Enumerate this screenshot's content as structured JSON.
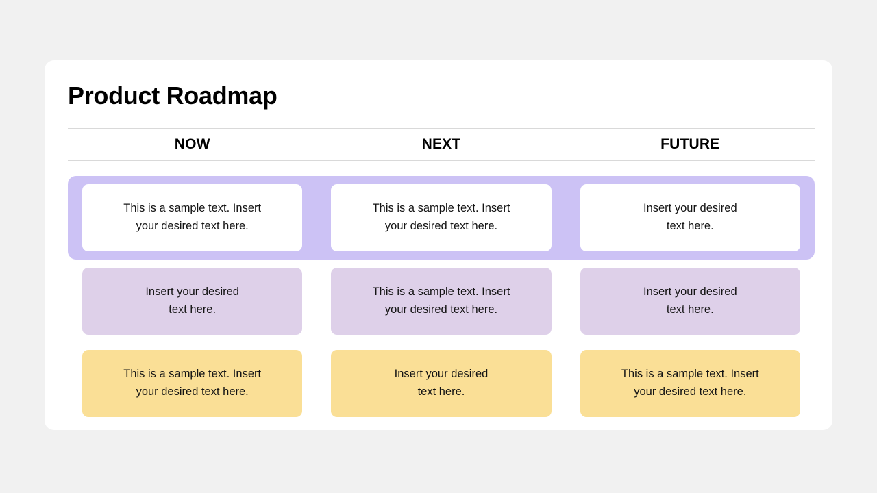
{
  "slide": {
    "title": "Product Roadmap",
    "background_color": "#f1f1f1",
    "panel_color": "#ffffff"
  },
  "columns": [
    {
      "label": "NOW"
    },
    {
      "label": "NEXT"
    },
    {
      "label": "FUTURE"
    }
  ],
  "colors": {
    "band_purple": "#ccc2f5",
    "card_white": "#ffffff",
    "card_lilac": "#ded0e9",
    "card_yellow": "#fadf96",
    "rule_gray": "#d9d9d9",
    "text_black": "#000000"
  },
  "rows": [
    {
      "name": "row-1",
      "highlighted": true,
      "band_color": "#ccc2f5",
      "card_style": "card-white",
      "cards": [
        {
          "text": "This is a sample text. Insert\nyour desired text here."
        },
        {
          "text": "This is a sample text. Insert\nyour desired text here."
        },
        {
          "text": "Insert your desired\ntext here."
        }
      ]
    },
    {
      "name": "row-2",
      "highlighted": false,
      "card_style": "card-lilac",
      "cards": [
        {
          "text": "Insert your desired\ntext here."
        },
        {
          "text": "This is a sample text. Insert\nyour desired text here."
        },
        {
          "text": "Insert your desired\ntext here."
        }
      ]
    },
    {
      "name": "row-3",
      "highlighted": false,
      "card_style": "card-yellow",
      "cards": [
        {
          "text": "This is a sample text. Insert\nyour desired text here."
        },
        {
          "text": "Insert your desired\ntext here."
        },
        {
          "text": "This is a sample text. Insert\nyour desired text here."
        }
      ]
    }
  ]
}
